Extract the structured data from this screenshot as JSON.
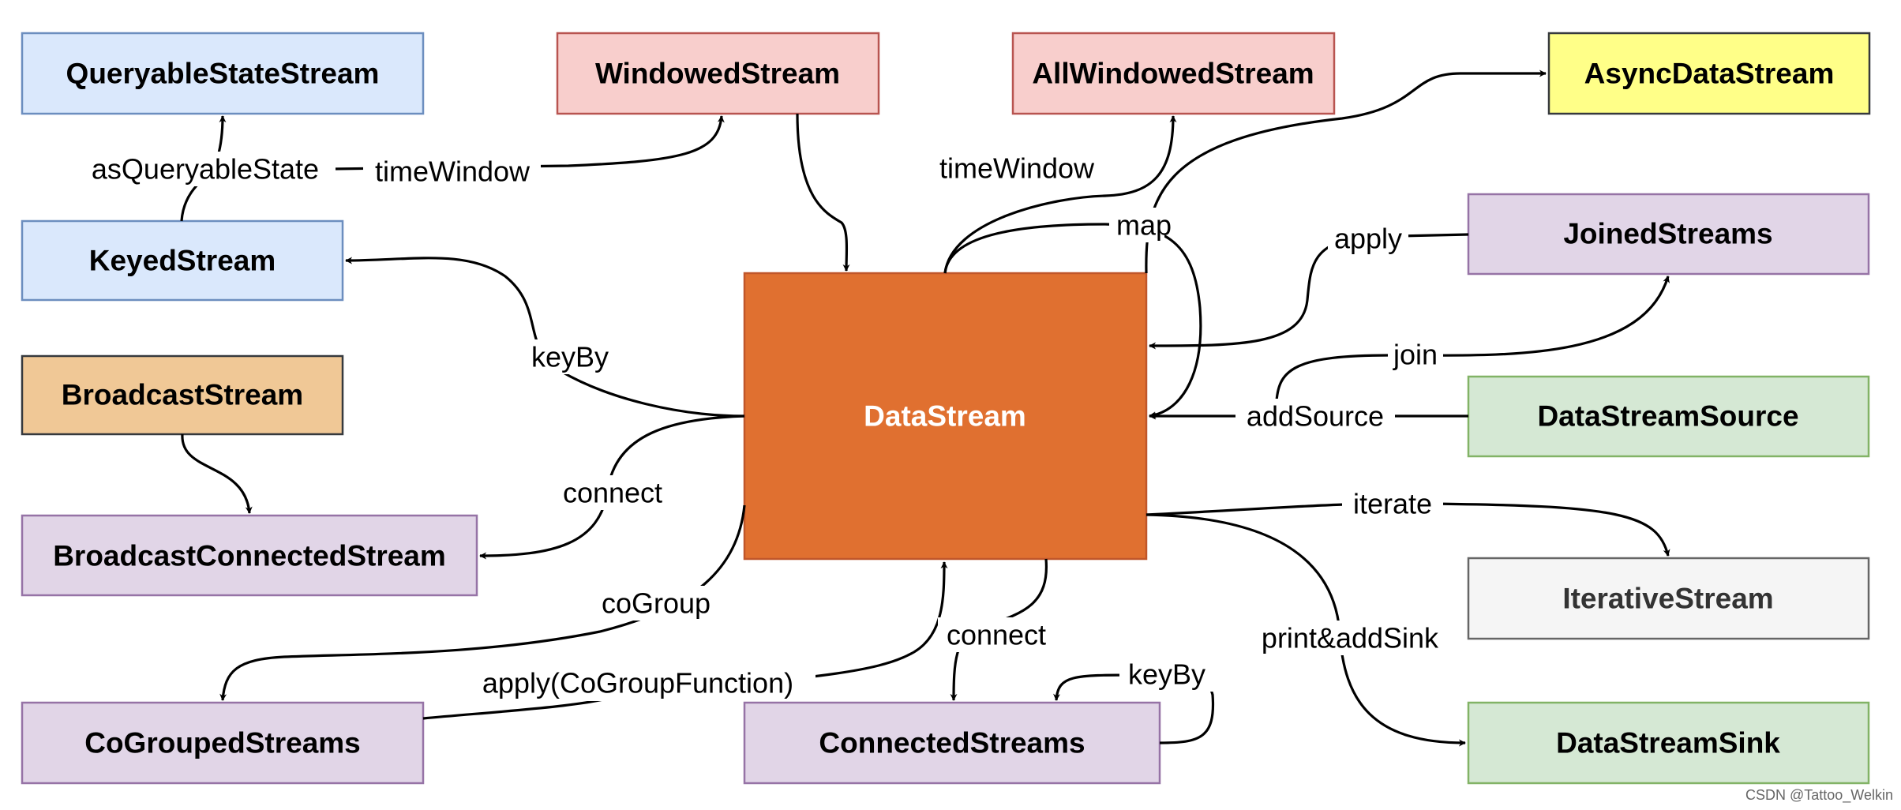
{
  "nodes": {
    "queryable_state_stream": {
      "label": "QueryableStateStream",
      "fill": "#dae8fc",
      "stroke": "#6c8ebf",
      "text": "#000000"
    },
    "windowed_stream": {
      "label": "WindowedStream",
      "fill": "#f8cecc",
      "stroke": "#b85450",
      "text": "#000000"
    },
    "all_windowed_stream": {
      "label": "AllWindowedStream",
      "fill": "#f8cecc",
      "stroke": "#b85450",
      "text": "#000000"
    },
    "async_data_stream": {
      "label": "AsyncDataStream",
      "fill": "#ffff88",
      "stroke": "#36393d",
      "text": "#000000"
    },
    "keyed_stream": {
      "label": "KeyedStream",
      "fill": "#dae8fc",
      "stroke": "#6c8ebf",
      "text": "#000000"
    },
    "joined_streams": {
      "label": "JoinedStreams",
      "fill": "#e1d5e7",
      "stroke": "#9673a6",
      "text": "#000000"
    },
    "broadcast_stream": {
      "label": "BroadcastStream",
      "fill": "#f0c896",
      "stroke": "#36393d",
      "text": "#000000"
    },
    "data_stream": {
      "label": "DataStream",
      "fill": "#e07030",
      "stroke": "#c0562a",
      "text": "#ffffff"
    },
    "data_stream_source": {
      "label": "DataStreamSource",
      "fill": "#d5e8d4",
      "stroke": "#82b366",
      "text": "#000000"
    },
    "broadcast_connected_stream": {
      "label": "BroadcastConnectedStream",
      "fill": "#e1d5e7",
      "stroke": "#9673a6",
      "text": "#000000"
    },
    "iterative_stream": {
      "label": "IterativeStream",
      "fill": "#f5f5f5",
      "stroke": "#666666",
      "text": "#333333"
    },
    "co_grouped_streams": {
      "label": "CoGroupedStreams",
      "fill": "#e1d5e7",
      "stroke": "#9673a6",
      "text": "#000000"
    },
    "connected_streams": {
      "label": "ConnectedStreams",
      "fill": "#e1d5e7",
      "stroke": "#9673a6",
      "text": "#000000"
    },
    "data_stream_sink": {
      "label": "DataStreamSink",
      "fill": "#d5e8d4",
      "stroke": "#82b366",
      "text": "#000000"
    }
  },
  "edges": {
    "as_queryable_state": "asQueryableState",
    "time_window_keyed": "timeWindow",
    "time_window_all": "timeWindow",
    "map": "map",
    "apply_joined": "apply",
    "key_by": "keyBy",
    "join": "join",
    "add_source": "addSource",
    "connect_broadcast": "connect",
    "iterate": "iterate",
    "co_group": "coGroup",
    "connect_connected": "connect",
    "key_by_connected": "keyBy",
    "print_add_sink": "print&addSink",
    "apply_co_group_function": "apply(CoGroupFunction)"
  },
  "watermark": "CSDN @Tattoo_Welkin"
}
